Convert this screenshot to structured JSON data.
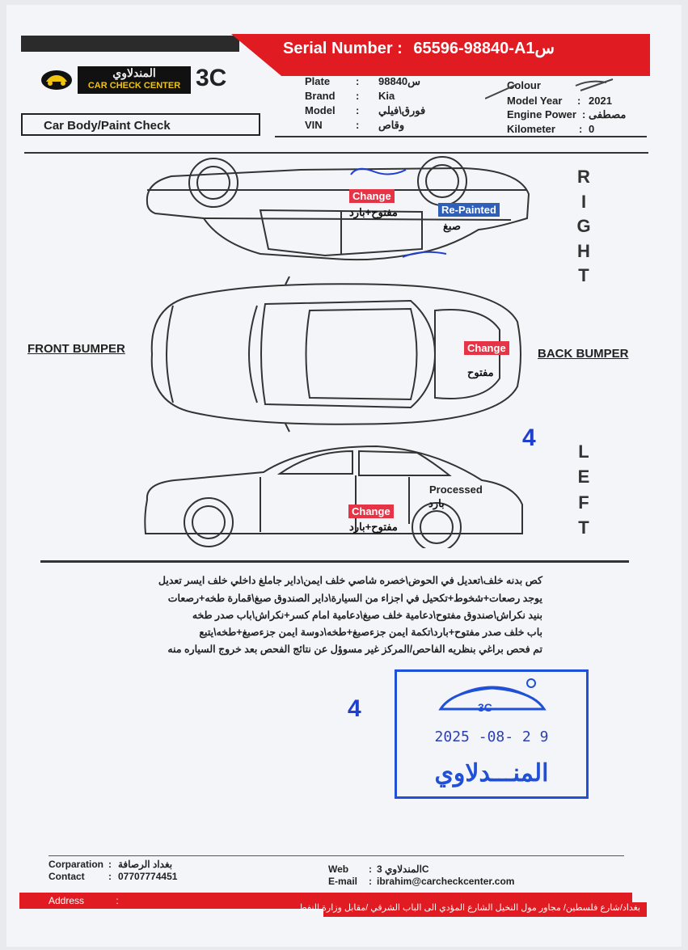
{
  "header": {
    "serial_label": "Serial Number :",
    "serial_value": "65596-98840-A1س",
    "logo_ar": "المندلاوي",
    "logo_en": "CAR CHECK CENTER",
    "logo_3c": "3C",
    "section_title": "Car Body/Paint Check"
  },
  "vehicle": {
    "plate_label": "Plate",
    "plate_value": "98840س",
    "brand_label": "Brand",
    "brand_value": "Kia",
    "model_label": "Model",
    "model_value": "فورق\\فيلي",
    "vin_label": "VIN",
    "vin_value": "وقاص",
    "colour_label": "Colour",
    "colour_value": "",
    "year_label": "Model Year",
    "year_value": "2021",
    "engine_label": "Engine Power",
    "engine_value": "مصطفى",
    "km_label": "Kilometer",
    "km_value": "0"
  },
  "diagram": {
    "right_letters": [
      "R",
      "I",
      "G",
      "H",
      "T"
    ],
    "left_letters": [
      "L",
      "E",
      "F",
      "T"
    ],
    "front_bumper": "FRONT BUMPER",
    "back_bumper": "BACK BUMPER",
    "right_change_tag": "Change",
    "right_change_note": "مفتوح+بارد",
    "right_repaint_tag": "Re-Painted",
    "right_repaint_note": "صبغ",
    "top_change_tag": "Change",
    "top_change_note": "مفتوح",
    "left_change_tag": "Change",
    "left_change_note": "مفتوح+بارد",
    "left_processed_tag": "Processed",
    "left_processed_note": "بارد",
    "handwritten_number": "4"
  },
  "notes": {
    "lines": [
      "كص بدنه خلف\\تعديل في الحوض\\خصره شاصي خلف ايمن\\داير جاملغ داخلي خلف ايسر تعديل",
      "يوجد رصعات+شخوط+تكحيل في اجزاء من السيارة\\داير الصندوق صبغ\\قمارة طخه+رصعات",
      "بنيد نكراش\\صندوق مفتوح\\دعامية خلف صبغ\\دعامية امام كسر+نكراش\\باب صدر طخه",
      "باب خلف صدر مفتوح+بارد\\تكمة ايمن جزءصبغ+طخه\\دوسة ايمن جزءصبغ+طخه\\يتبع",
      "تم فحص براغي بنظريه الفاحص/المركز غير مسوؤل عن نتائج الفحص بعد خروج السياره منه"
    ],
    "handwritten_number": "4"
  },
  "stamp": {
    "logo": "3C",
    "date": "2025 -08- 2 9",
    "name": "المنـــدلاوي"
  },
  "footer": {
    "corporation_label": "Corparation",
    "corporation_value": "بغداد الرصافة",
    "contact_label": "Contact",
    "contact_value": "07707774451",
    "web_label": "Web",
    "web_value": "المندلاوي 3C",
    "email_label": "E-mail",
    "email_value": "ibrahim@carcheckcenter.com",
    "address_label": "Address",
    "address_value": "بغداد/شارع فلسطين/ مجاور مول النخيل الشارع المؤدي الى الباب الشرقي /مقابل وزارة النفط"
  }
}
